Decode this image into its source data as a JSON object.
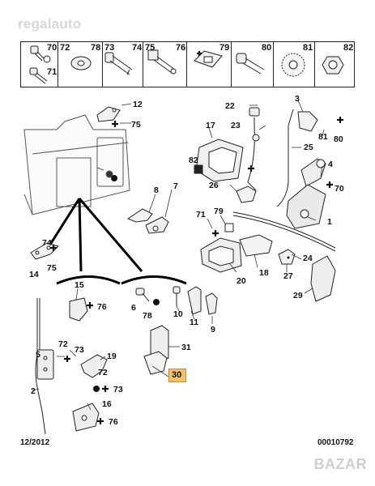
{
  "watermark": "regalauto",
  "header_labels": [
    "70",
    "72",
    "78",
    "73",
    "74",
    "75",
    "76",
    "79",
    "80",
    "81",
    "82",
    "71"
  ],
  "callouts": {
    "c12": "12",
    "c75a": "75",
    "c22": "22",
    "c3": "3",
    "c17": "17",
    "c23": "23",
    "c81": "81",
    "c80": "80",
    "c25": "25",
    "c82": "82",
    "c4": "4",
    "c70": "70",
    "c26": "26",
    "c1": "1",
    "c7": "7",
    "c8": "8",
    "c71": "71",
    "c79": "79",
    "c24": "24",
    "c74": "74",
    "c75b": "75",
    "c14": "14",
    "c18": "18",
    "c27": "27",
    "c20": "20",
    "c29": "29",
    "c15": "15",
    "c76a": "76",
    "c6": "6",
    "c10": "10",
    "c78a": "78",
    "c11": "11",
    "c9": "9",
    "c5": "5",
    "c72a": "72",
    "c73a": "73",
    "c19": "19",
    "c31": "31",
    "c72b": "72",
    "c73b": "73",
    "c2": "2",
    "c16": "16",
    "c76b": "76",
    "c30": "30"
  },
  "footer": {
    "date": "12/2012",
    "code": "00010792"
  },
  "bazar_logo": "BAZAR"
}
